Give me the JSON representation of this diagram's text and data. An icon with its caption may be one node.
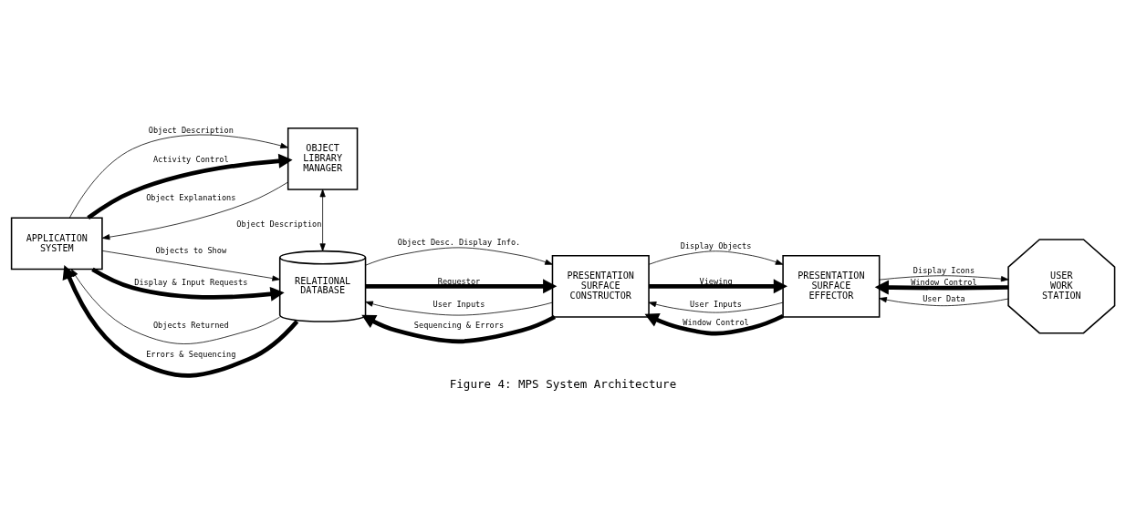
{
  "diagram": {
    "caption": "Figure 4: MPS System Architecture",
    "nodes": [
      {
        "text": [
          "APPLICATION SYSTEM"
        ]
      },
      {
        "text": [
          "RELATIONAL DATABASE"
        ]
      },
      {
        "text": [
          "PRESENTATION SURFACE CONSTRUCTOR"
        ]
      },
      {
        "text": [
          "PRESENTATION SURFACE EFFECTOR"
        ]
      },
      {
        "text": [
          "OBJECT LIBRARY MANAGER"
        ]
      },
      {
        "text": [
          "USER WORK STATION"
        ]
      }
    ],
    "edges": [
      {
        "from": 0,
        "to": 1,
        "arrow": "to",
        "label": "Objects to Show"
      },
      {
        "from": 1,
        "to": 0,
        "arrow": "to",
        "label": "Objects Returned"
      },
      {
        "from": 0,
        "to": 1,
        "arrow": "to",
        "label": "Display & Input Requests",
        "style": "thick"
      },
      {
        "from": 1,
        "to": 0,
        "arrow": "to",
        "label": "Errors & Sequencing",
        "style": "thick"
      },
      {
        "from": 1,
        "to": 2,
        "arrow": "to",
        "label": "Object Desc. Display Info."
      },
      {
        "from": 2,
        "to": 1,
        "arrow": "to",
        "label": "User Inputs"
      },
      {
        "from": 1,
        "to": 2,
        "arrow": "to",
        "label": "Requestor",
        "style": "thick"
      },
      {
        "from": 2,
        "to": 1,
        "arrow": "to",
        "label": "Sequencing & Errors",
        "style": "thick"
      },
      {
        "from": 2,
        "to": 3,
        "arrow": "to",
        "label": "Display Objects"
      },
      {
        "from": 3,
        "to": 2,
        "arrow": "to",
        "label": "User Inputs"
      },
      {
        "from": 2,
        "to": 3,
        "arrow": "to",
        "label": "Viewing",
        "style": "thick"
      },
      {
        "from": 3,
        "to": 2,
        "arrow": "to",
        "label": "Window Control",
        "style": "thick"
      },
      {
        "from": 0,
        "to": 4,
        "arrow": "to",
        "label": "Object Description"
      },
      {
        "from": 4,
        "to": 0,
        "arrow": "to",
        "label": "Object Explanations"
      },
      {
        "from": 0,
        "to": 4,
        "arrow": "to",
        "label": "Activity Control",
        "style": "thick"
      },
      {
        "from": 4,
        "to": 1,
        "arrow": "both",
        "label": "Object Description"
      },
      {
        "from": 5,
        "to": 3,
        "arrow": "to",
        "label": "Window Control",
        "style": "thick"
      },
      {
        "from": 5,
        "to": 3,
        "arrow": "to",
        "label": "User Data"
      },
      {
        "from": 3,
        "to": 5,
        "arrow": "to",
        "label": "Display Icons"
      }
    ]
  }
}
